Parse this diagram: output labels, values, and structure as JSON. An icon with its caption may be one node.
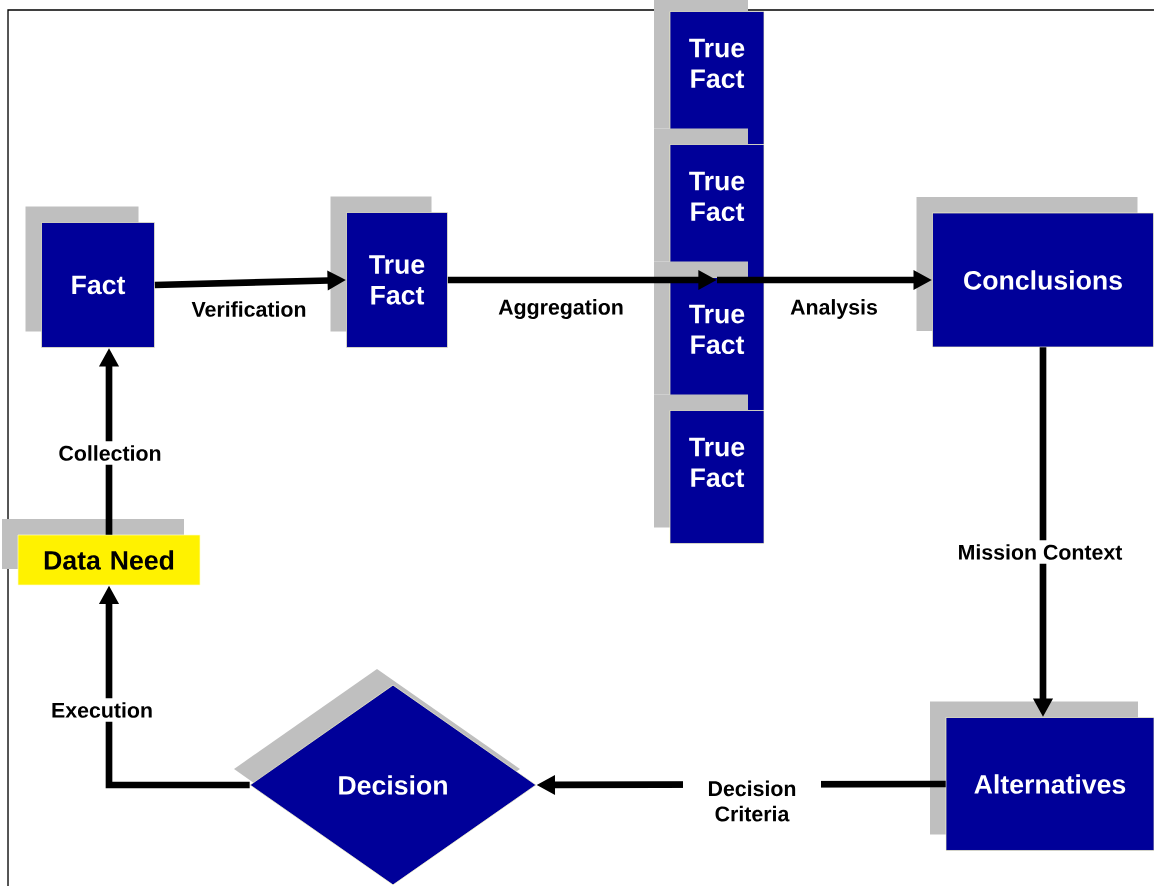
{
  "diagram": {
    "nodes": [
      {
        "text": [
          "Fact"
        ]
      },
      {
        "text": [
          "True Fact"
        ]
      },
      {
        "text": [
          "True Fact"
        ]
      },
      {
        "text": [
          "True Fact"
        ]
      },
      {
        "text": [
          "True Fact"
        ]
      },
      {
        "text": [
          "True Fact"
        ]
      },
      {
        "text": [
          "Conclusions"
        ]
      },
      {
        "text": [
          "Alternatives"
        ]
      },
      {
        "text": [
          "Decision"
        ]
      },
      {
        "text": [
          "Data Need"
        ]
      }
    ],
    "edges": [
      {
        "from": 0,
        "to": 1,
        "arrow": "to",
        "label": "Verification"
      },
      {
        "from": 1,
        "to": 4,
        "arrow": "to",
        "label": "Aggregation"
      },
      {
        "from": 4,
        "to": 6,
        "arrow": "to",
        "label": "Analysis"
      },
      {
        "from": 6,
        "to": 7,
        "arrow": "to",
        "label": "Mission Context"
      },
      {
        "from": 7,
        "to": 8,
        "arrow": "to",
        "label": "Decision Criteria"
      },
      {
        "from": 8,
        "to": 9,
        "arrow": "to",
        "label": "Execution"
      },
      {
        "from": 9,
        "to": 0,
        "arrow": "to",
        "label": "Collection"
      }
    ]
  }
}
